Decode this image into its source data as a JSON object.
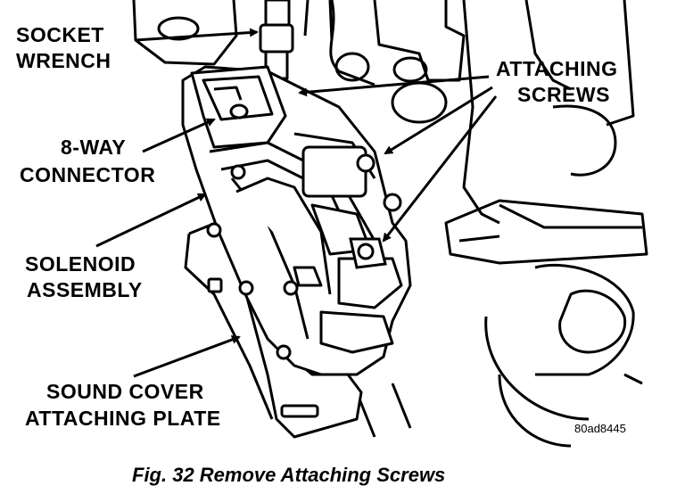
{
  "labels": {
    "socket_wrench": [
      "SOCKET",
      "WRENCH"
    ],
    "attaching_screws": [
      "ATTACHING",
      "SCREWS"
    ],
    "connector": [
      "8-WAY",
      "CONNECTOR"
    ],
    "solenoid": [
      "SOLENOID",
      "ASSEMBLY"
    ],
    "sound_cover": [
      "SOUND COVER",
      "ATTACHING PLATE"
    ]
  },
  "figure_code": "80ad8445",
  "caption": "Fig. 32 Remove Attaching Screws"
}
